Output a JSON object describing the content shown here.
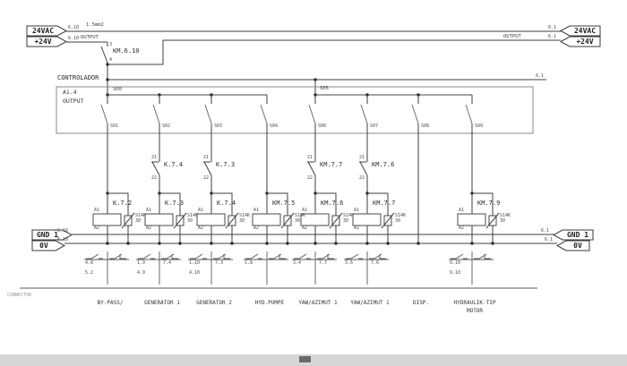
{
  "page": {
    "corner_text": "CONNECTOR"
  },
  "power": {
    "left": {
      "l1": "24VAC",
      "l2": "+24V",
      "ref1": "6.10",
      "size": "1.5mm2",
      "ref2": "6.10",
      "output": "OUTPUT"
    },
    "right": {
      "l1": "24VAC",
      "l2": "+24V",
      "ref1": "6.1",
      "ref2": "6.1",
      "output": "OUTPUT"
    },
    "ctrl_ref": "6.1"
  },
  "main_contact": {
    "label": "KM.6.10",
    "pin_top": "3",
    "pin_bottom": "4"
  },
  "controller": {
    "title": "CONTROLADOR",
    "tag": "A1.4",
    "sub": "OUTPUT",
    "bus1": "S00",
    "bus2": "S05"
  },
  "ground": {
    "left": {
      "l1": "GND 1",
      "l2": "0V",
      "ref1": "6.10",
      "ref2": "6.10"
    },
    "right": {
      "l1": "GND 1",
      "l2": "0V",
      "ref1": "6.1",
      "ref2": "6.1"
    }
  },
  "common": {
    "contact_pins": [
      "21",
      "22"
    ],
    "coil_pins": [
      "A1",
      "A2"
    ],
    "varistor_type": "S14K",
    "varistor_value": "30"
  },
  "columns": [
    {
      "pin": "S01",
      "contact": null,
      "coil": "K.7.2",
      "refs_no": [
        "4.8",
        "5.2"
      ],
      "refs_nc": [],
      "device": "BY-PASS/",
      "device2": ""
    },
    {
      "pin": "S02",
      "contact": "K.7.4",
      "coil": "K.7.3",
      "refs_no": [
        "1.9",
        "4.9"
      ],
      "refs_nc": [
        "7.4"
      ],
      "device": "GENERATOR 1",
      "device2": ""
    },
    {
      "pin": "S03",
      "contact": "K.7.3",
      "coil": "K.7.4",
      "refs_no": [
        "1.10",
        "4.10"
      ],
      "refs_nc": [
        "7.3"
      ],
      "device": "GENERATOR 2",
      "device2": ""
    },
    {
      "pin": "S04",
      "contact": null,
      "coil": "KM.7.5",
      "refs_no": [
        "1.8"
      ],
      "refs_nc": [],
      "device": "HYD.PUMPE",
      "device2": ""
    },
    {
      "pin": "S06",
      "contact": "KM.7.7",
      "coil": "KM.7.6",
      "refs_no": [
        "3.4"
      ],
      "refs_nc": [
        "7.7"
      ],
      "device": "YAW/AZIMUT 1",
      "device2": ""
    },
    {
      "pin": "S07",
      "contact": "KM.7.6",
      "coil": "KM.7.7",
      "refs_no": [
        "3.6"
      ],
      "refs_nc": [
        "7.6"
      ],
      "device": "YAW/AZIMUT 1",
      "device2": ""
    },
    {
      "pin": "S08",
      "contact": null,
      "coil": null,
      "refs_no": [],
      "refs_nc": [],
      "device": "DISP.",
      "device2": ""
    },
    {
      "pin": "S09",
      "contact": null,
      "coil": "KM.7.9",
      "refs_no": [
        "9.10",
        "9.10"
      ],
      "refs_nc": [],
      "device": "HYDRAULIK-TIP",
      "device2": "MOTOR"
    }
  ]
}
